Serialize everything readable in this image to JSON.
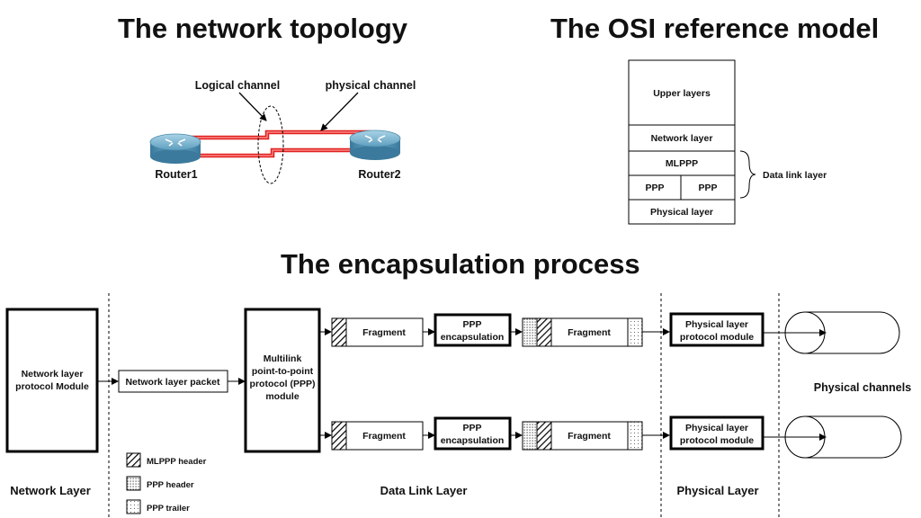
{
  "titles": {
    "topology": "The network topology",
    "osi": "The OSI reference model",
    "encapsulation": "The encapsulation process"
  },
  "topology": {
    "logical_channel": "Logical channel",
    "physical_channel": "physical channel",
    "router1": "Router1",
    "router2": "Router2"
  },
  "osi": {
    "upper_layers": "Upper layers",
    "network_layer": "Network layer",
    "mlppp": "MLPPP",
    "ppp_left": "PPP",
    "ppp_right": "PPP",
    "physical_layer": "Physical layer",
    "data_link_layer": "Data link layer"
  },
  "encap": {
    "nl_module_1": "Network layer",
    "nl_module_2": "protocol Module",
    "nl_packet": "Network layer packet",
    "mp_1": "Multilink",
    "mp_2": "point-to-point",
    "mp_3": "protocol (PPP)",
    "mp_4": "module",
    "fragment": "Fragment",
    "ppp_enc_1": "PPP",
    "ppp_enc_2": "encapsulation",
    "phys_mod_1": "Physical layer",
    "phys_mod_2": "protocol module",
    "physical_channels": "Physical channels",
    "legend_mlppp": "MLPPP header",
    "legend_ppp_header": "PPP header",
    "legend_ppp_trailer": "PPP trailer",
    "section_network": "Network Layer",
    "section_datalink": "Data Link Layer",
    "section_physical": "Physical Layer"
  },
  "colors": {
    "link_red": "#e0201e",
    "router_blue": "#5f9fbf"
  }
}
